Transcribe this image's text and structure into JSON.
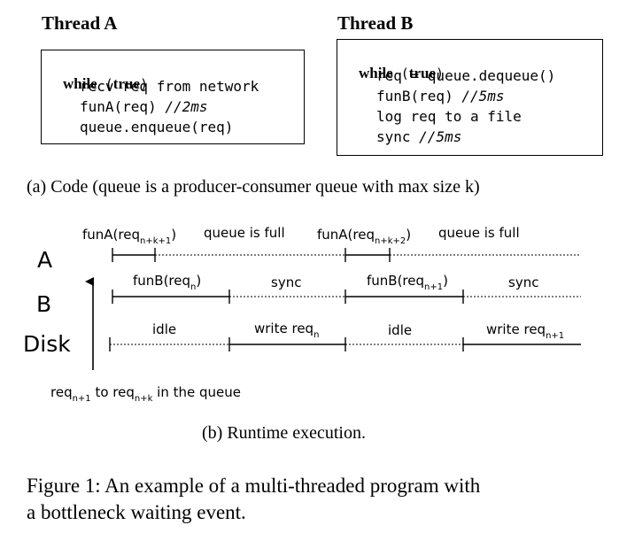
{
  "code": {
    "thread_a": {
      "title": "Thread A",
      "loop_keyword": "while",
      "loop_open": " (",
      "loop_cond": "true",
      "loop_close": ")",
      "lines": [
        {
          "code": "recv req from network",
          "comment": ""
        },
        {
          "code": "funA(req) ",
          "comment": "//2ms"
        },
        {
          "code": "queue.enqueue(req)",
          "comment": ""
        }
      ]
    },
    "thread_b": {
      "title": "Thread B",
      "loop_keyword": "while",
      "loop_open": " (",
      "loop_cond": "true",
      "loop_close": ")",
      "lines": [
        {
          "code": "req = queue.dequeue()",
          "comment": ""
        },
        {
          "code": "funB(req) ",
          "comment": "//5ms"
        },
        {
          "code": "log req to a file",
          "comment": ""
        },
        {
          "code": "sync ",
          "comment": "//5ms"
        }
      ]
    },
    "caption": "(a) Code (queue is a producer-consumer queue with max size k)"
  },
  "timeline": {
    "rows": [
      "A",
      "B",
      "Disk"
    ],
    "labels_a": [
      {
        "base": "funA(req",
        "sub": "n+k+1",
        "tail": ")"
      },
      {
        "base": "queue is full",
        "sub": "",
        "tail": ""
      },
      {
        "base": "funA(req",
        "sub": "n+k+2",
        "tail": ")"
      },
      {
        "base": "queue is full",
        "sub": "",
        "tail": ""
      }
    ],
    "labels_b": [
      {
        "base": "funB(req",
        "sub": "n",
        "tail": ")"
      },
      {
        "base": "sync",
        "sub": "",
        "tail": ""
      },
      {
        "base": "funB(req",
        "sub": "n+1",
        "tail": ")"
      },
      {
        "base": "sync",
        "sub": "",
        "tail": ""
      }
    ],
    "labels_disk": [
      {
        "base": "idle",
        "sub": "",
        "tail": ""
      },
      {
        "base": "write req",
        "sub": "n",
        "tail": ""
      },
      {
        "base": "idle",
        "sub": "",
        "tail": ""
      },
      {
        "base": "write req",
        "sub": "n+1",
        "tail": ""
      }
    ],
    "queue_note": {
      "p1": "req",
      "s1": "n+1",
      "p2": " to req",
      "s2": "n+k",
      "p3": " in the queue"
    },
    "caption": "(b) Runtime execution."
  },
  "figure_caption": {
    "line1": "Figure 1:  An example of a multi-threaded program with",
    "line2": "a bottleneck waiting event."
  }
}
